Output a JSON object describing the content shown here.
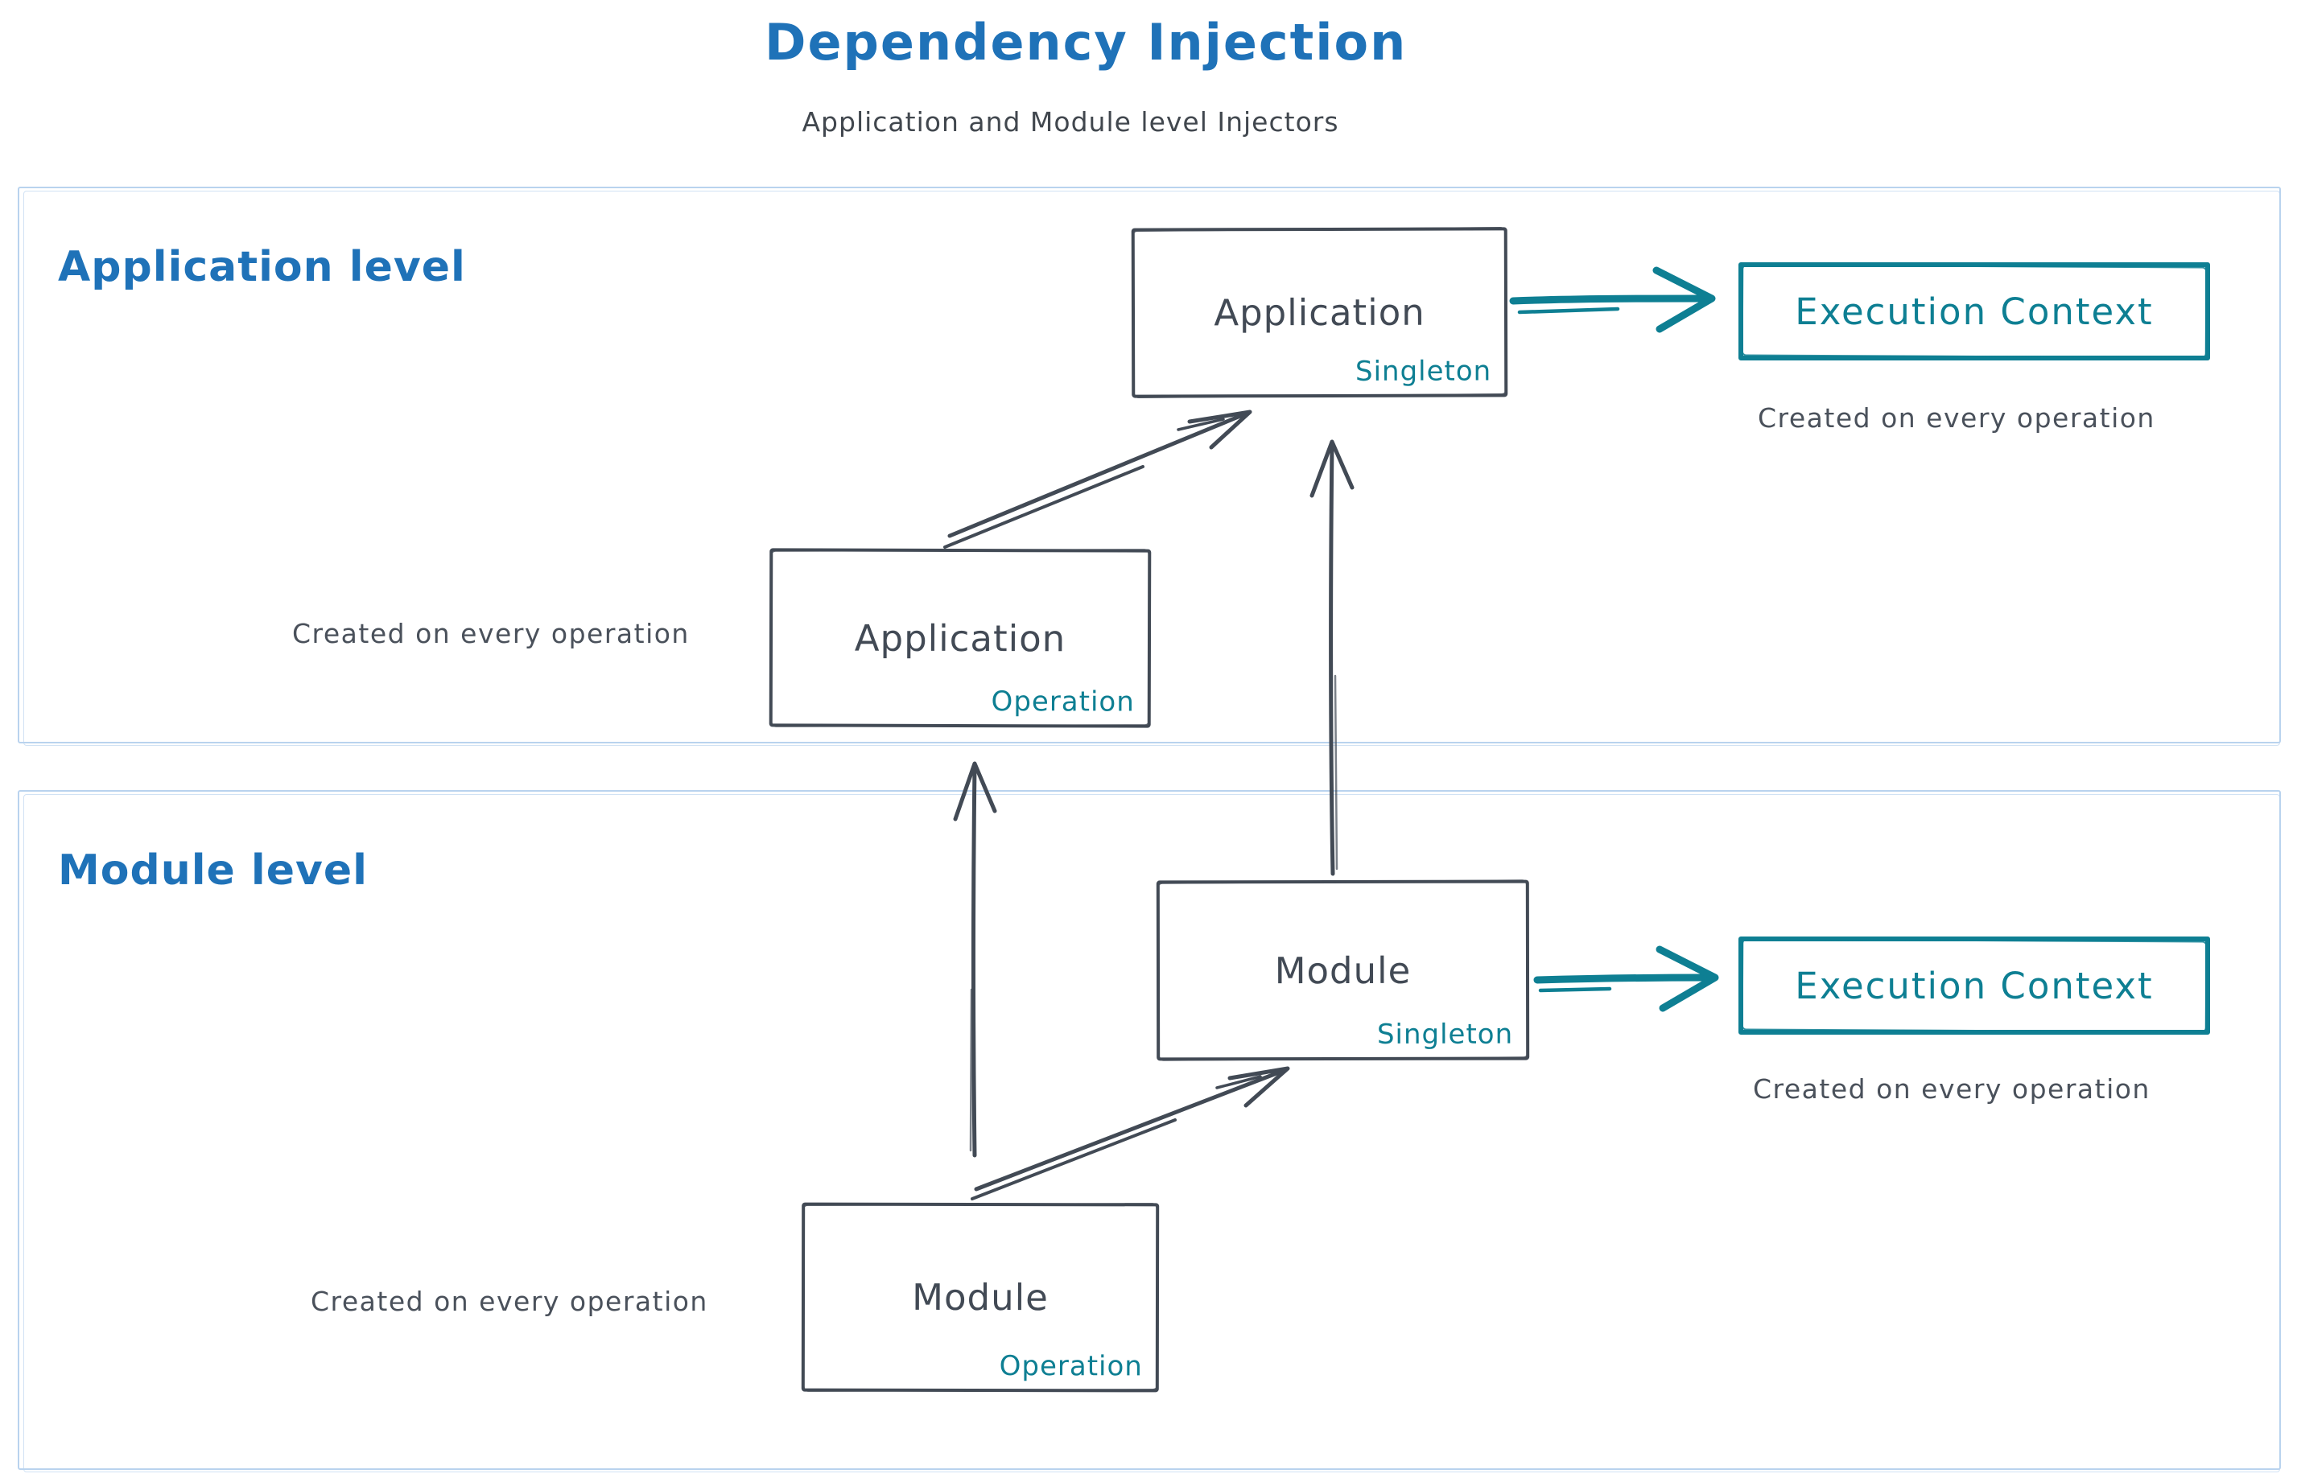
{
  "header": {
    "title": "Dependency Injection",
    "subtitle": "Application and Module level Injectors"
  },
  "colors": {
    "blue": "#1f72b8",
    "teal": "#0e7f93",
    "dark": "#424a55",
    "container_border": "#b9d3ee"
  },
  "sections": {
    "application": {
      "label": "Application level",
      "singleton_box": {
        "name": "Application",
        "scope": "Singleton"
      },
      "operation_box": {
        "name": "Application",
        "scope": "Operation"
      },
      "operation_caption": "Created on every operation",
      "execution_context": {
        "label": "Execution Context",
        "caption": "Created on every operation"
      }
    },
    "module": {
      "label": "Module level",
      "singleton_box": {
        "name": "Module",
        "scope": "Singleton"
      },
      "operation_box": {
        "name": "Module",
        "scope": "Operation"
      },
      "operation_caption": "Created on every operation",
      "execution_context": {
        "label": "Execution Context",
        "caption": "Created on every operation"
      }
    }
  }
}
